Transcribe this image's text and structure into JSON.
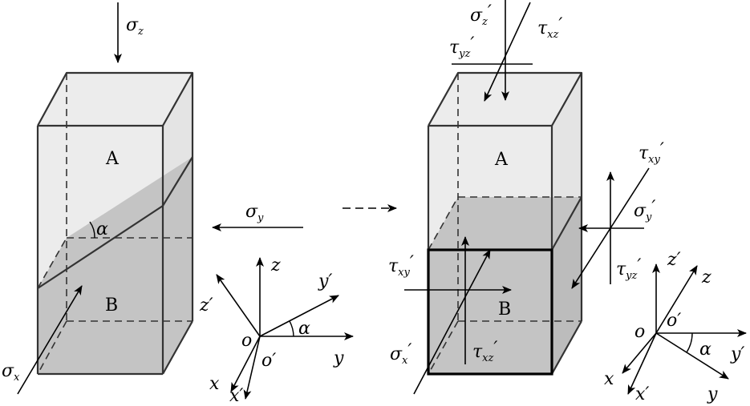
{
  "left_block": {
    "region_a": "A",
    "region_b": "B",
    "angle": "α",
    "stress_z": {
      "sym": "σ",
      "sub": "z"
    },
    "stress_y": {
      "sym": "σ",
      "sub": "y"
    },
    "stress_x": {
      "sym": "σ",
      "sub": "x"
    }
  },
  "left_axes": {
    "z": "z",
    "z_prime": "z′",
    "y": "y",
    "y_prime": "y′",
    "x": "x",
    "x_prime": "x′",
    "origin": "o",
    "origin_prime": "o′",
    "angle": "α"
  },
  "right_block": {
    "region_a": "A",
    "region_b": "B",
    "sigma_z_p": {
      "sym": "σ",
      "sub": "z",
      "prime": "′"
    },
    "tau_xz_p_top": {
      "sym": "τ",
      "sub": "xz",
      "prime": "′"
    },
    "tau_yz_p_top": {
      "sym": "τ",
      "sub": "yz",
      "prime": "′"
    },
    "tau_xy_p_right": {
      "sym": "τ",
      "sub": "xy",
      "prime": "′"
    },
    "sigma_y_p": {
      "sym": "σ",
      "sub": "y",
      "prime": "′"
    },
    "tau_yz_p_right": {
      "sym": "τ",
      "sub": "yz",
      "prime": "′"
    },
    "tau_xy_p_front": {
      "sym": "τ",
      "sub": "xy",
      "prime": "′"
    },
    "sigma_x_p": {
      "sym": "σ",
      "sub": "x",
      "prime": "′"
    },
    "tau_xz_p_front": {
      "sym": "τ",
      "sub": "xz",
      "prime": "′"
    }
  },
  "right_axes": {
    "z_prime": "z′",
    "z": "z",
    "y_prime": "y′",
    "y": "y",
    "x": "x",
    "x_prime": "x′",
    "origin": "o",
    "origin_prime": "o′",
    "angle": "α"
  },
  "colors": {
    "light_face": "#ececec",
    "dark_face": "#c4c4c4",
    "edge": "#333333"
  }
}
